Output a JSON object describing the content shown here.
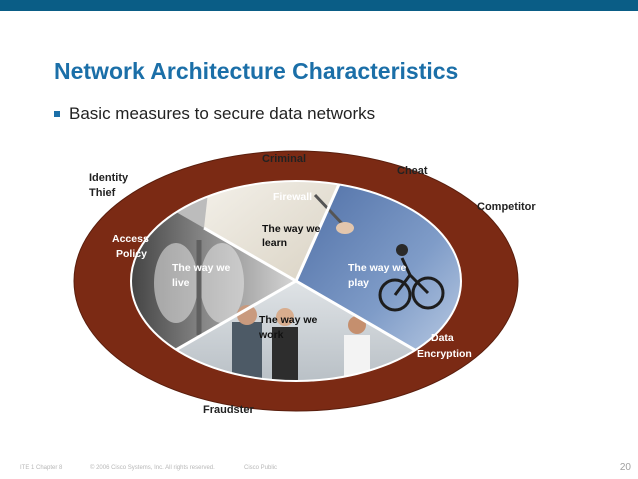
{
  "slide": {
    "title": "Network Architecture Characteristics",
    "bullet": "Basic measures to secure data networks"
  },
  "diagram": {
    "threats": [
      "Criminal",
      "Cheat",
      "Identity",
      "Thief",
      "Competitor",
      "Fraudster"
    ],
    "ring_labels": {
      "firewall": "Firewall",
      "access_policy": [
        "Access",
        "Policy"
      ],
      "data_encryption": [
        "Data",
        "Encryption"
      ]
    },
    "segments": {
      "learn": [
        "The way we",
        "learn"
      ],
      "live": [
        "The way we",
        "live"
      ],
      "play": [
        "The way we",
        "play"
      ],
      "work": [
        "The way we",
        "work"
      ]
    },
    "colors": {
      "ring": "#7b2a14",
      "ring_text": "#ffffff",
      "accent": "#1b6fa8",
      "top_bar": "#0a5d86"
    }
  },
  "footer": {
    "course": "ITE 1 Chapter 8",
    "copyright": "© 2006 Cisco Systems, Inc. All rights reserved.",
    "classification": "Cisco Public",
    "page_number": "20"
  }
}
